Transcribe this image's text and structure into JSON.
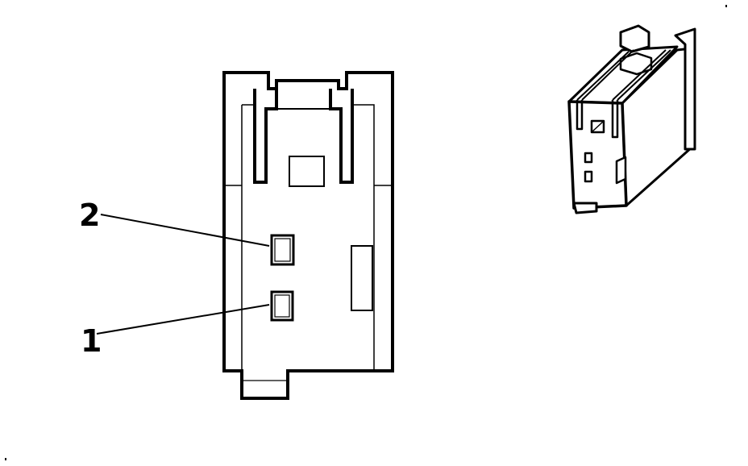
{
  "diagram": {
    "callouts": [
      {
        "id": "pin-2",
        "label": "2"
      },
      {
        "id": "pin-1",
        "label": "1"
      }
    ],
    "colors": {
      "line": "#000000",
      "background": "#ffffff"
    }
  }
}
